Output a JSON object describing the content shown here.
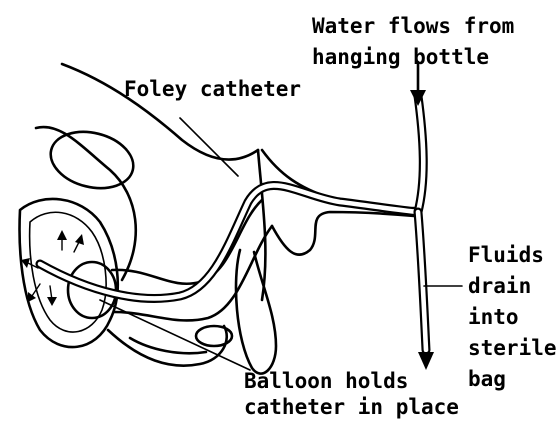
{
  "labels": {
    "water_in_line1": "Water flows from",
    "water_in_line2": "hanging bottle",
    "catheter": "Foley catheter",
    "drain_line1": "Fluids",
    "drain_line2": "drain",
    "drain_line3": "into",
    "drain_line4": "sterile",
    "drain_line5": "bag",
    "balloon_line1": "Balloon holds",
    "balloon_line2": "catheter in place"
  }
}
